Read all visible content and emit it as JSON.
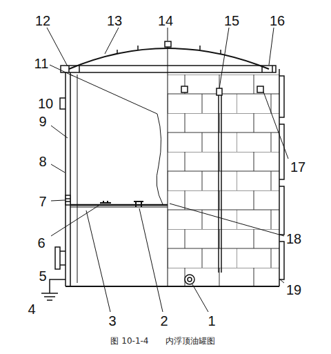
{
  "diagram": {
    "caption": "图 10-1-4　　内浮顶油罐图",
    "labels": [
      "12",
      "13",
      "14",
      "15",
      "16",
      "11",
      "10",
      "17",
      "9",
      "8",
      "18",
      "7",
      "6",
      "5",
      "19",
      "4",
      "3",
      "2",
      "1"
    ]
  }
}
